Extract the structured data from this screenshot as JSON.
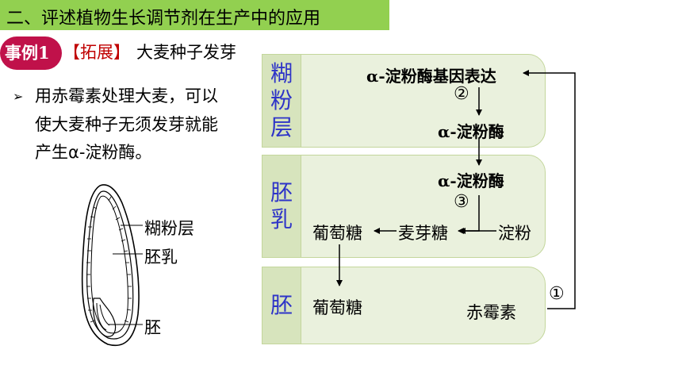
{
  "header": {
    "title": "二、评述植物生长调节剂在生产中的应用"
  },
  "example": {
    "badge": "事例1",
    "tag": "【拓展】",
    "title": "大麦种子发芽"
  },
  "description": {
    "bullet": "➢",
    "lines": [
      "用赤霉素处理大麦，可以",
      "使大麦种子无须发芽就能",
      "产生α-淀粉酶。"
    ]
  },
  "seed_labels": {
    "aleurone": "糊粉层",
    "endosperm": "胚乳",
    "embryo": "胚"
  },
  "diagram": {
    "panels": [
      {
        "label_chars": [
          "糊",
          "粉",
          "层"
        ]
      },
      {
        "label_chars": [
          "胚",
          "乳"
        ]
      },
      {
        "label_chars": [
          "胚"
        ]
      }
    ],
    "nodes": {
      "gene_expression": "α-淀粉酶基因表达",
      "amylase_1": "α-淀粉酶",
      "amylase_2": "α-淀粉酶",
      "starch": "淀粉",
      "maltose": "麦芽糖",
      "glucose_1": "葡萄糖",
      "glucose_2": "葡萄糖",
      "gibberellin": "赤霉素"
    },
    "step_marks": {
      "one": "①",
      "two": "②",
      "three": "③"
    }
  },
  "colors": {
    "header_bg": "#92d050",
    "badge_bg": "#c0114a",
    "tag": "#c00000",
    "panel_bg": "#eaf1dd",
    "panel_label_bg": "#d7e4bd",
    "label_text": "#2e34c8"
  }
}
